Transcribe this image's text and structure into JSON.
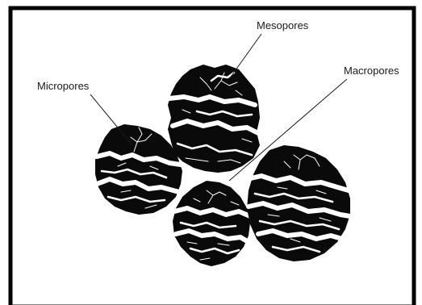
{
  "diagram": {
    "labels": {
      "mesopores": "Mesopores",
      "micropores": "Micropores",
      "macropores": "Macropores"
    },
    "colors": {
      "background": "#ffffff",
      "frame": "#000000",
      "particle": "#0a0a0a",
      "pores": "#ffffff",
      "text": "#1a1a1a"
    },
    "particle_count": 4
  }
}
